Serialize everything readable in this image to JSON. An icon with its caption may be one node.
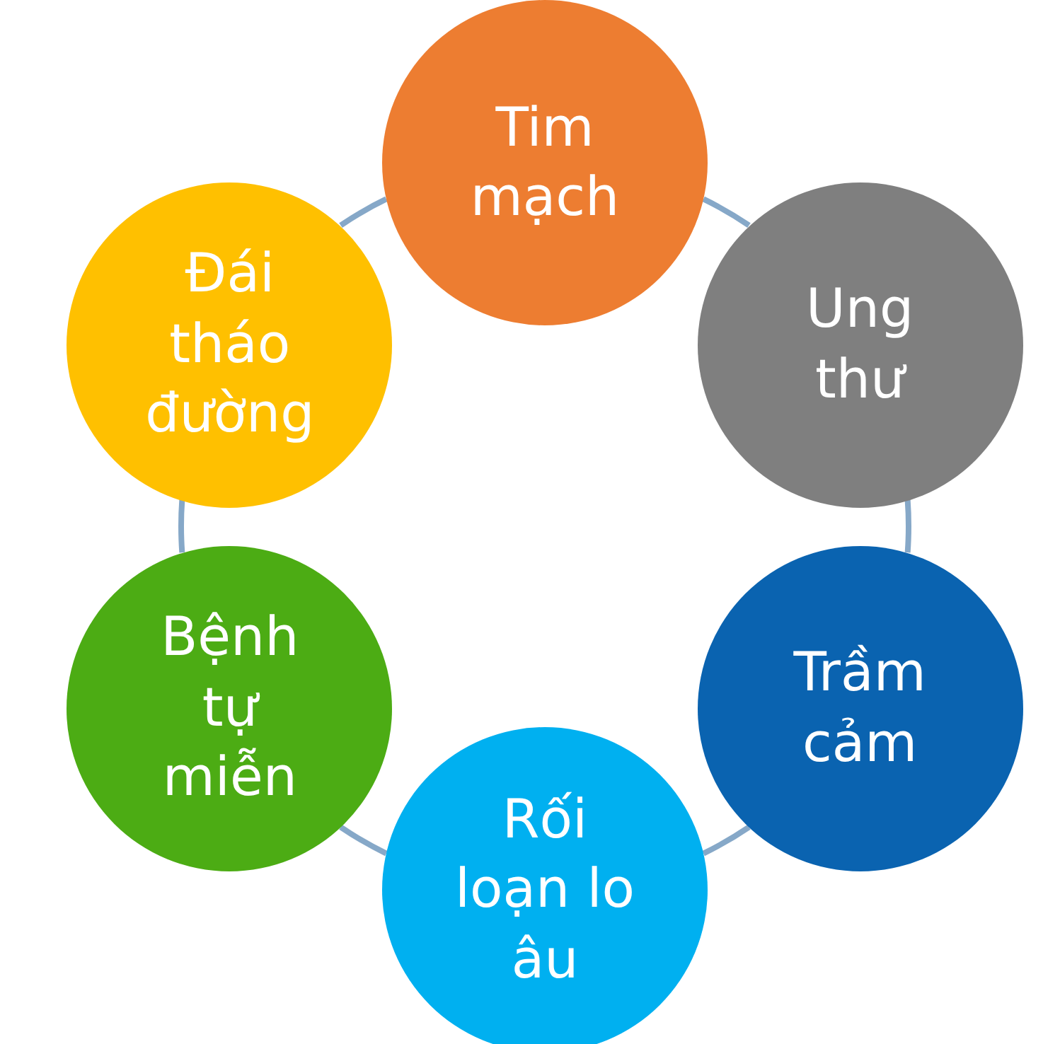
{
  "diagram": {
    "nodes": [
      {
        "text": [
          "Tim mạch"
        ]
      },
      {
        "text": [
          "Ung thư"
        ]
      },
      {
        "text": [
          "Trầm cảm"
        ]
      },
      {
        "text": [
          "Rối loạn lo âu"
        ]
      },
      {
        "text": [
          "Bệnh tự miễn"
        ]
      },
      {
        "text": [
          "Đái tháo đường"
        ]
      }
    ],
    "edges": [
      {
        "from": 0,
        "to": 1,
        "arrow": "none"
      },
      {
        "from": 1,
        "to": 2,
        "arrow": "none"
      },
      {
        "from": 2,
        "to": 3,
        "arrow": "none"
      },
      {
        "from": 3,
        "to": 4,
        "arrow": "none"
      },
      {
        "from": 4,
        "to": 5,
        "arrow": "none"
      },
      {
        "from": 5,
        "to": 0,
        "arrow": "none"
      }
    ]
  }
}
